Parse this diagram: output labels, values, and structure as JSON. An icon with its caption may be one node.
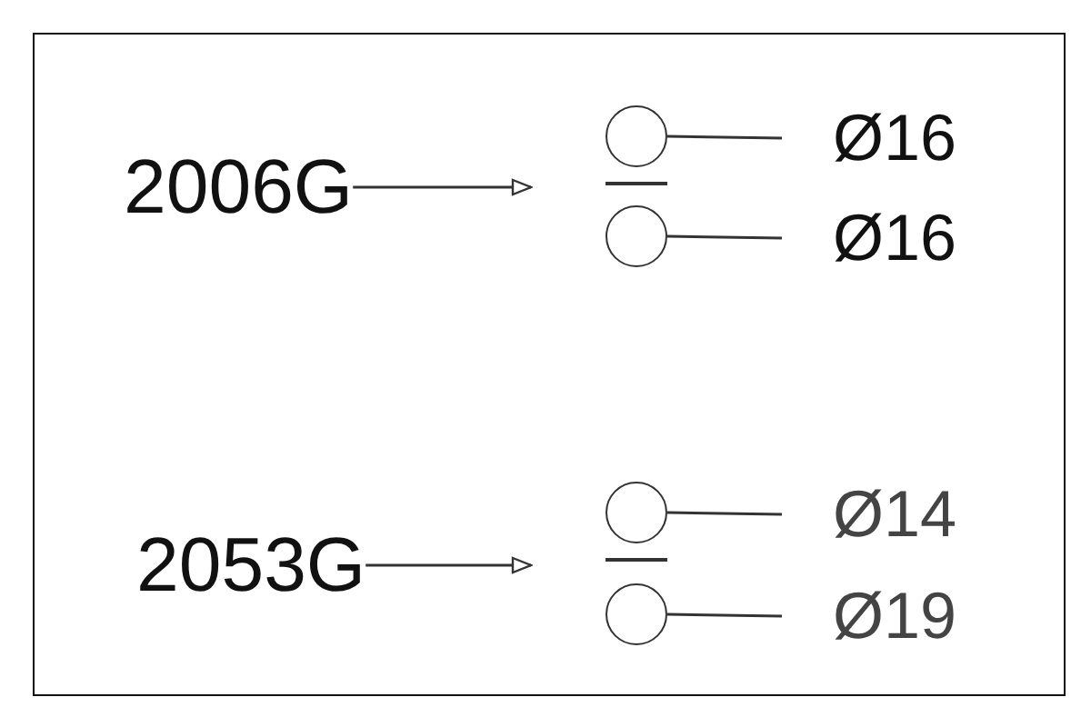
{
  "diagram": {
    "nodes": [
      {
        "text": [
          "2006G"
        ]
      },
      {
        "text": [],
        "shape": "circle"
      },
      {
        "text": [
          "Ø16"
        ]
      },
      {
        "text": [],
        "shape": "circle"
      },
      {
        "text": [
          "Ø16"
        ]
      },
      {
        "text": [
          "2053G"
        ]
      },
      {
        "text": [],
        "shape": "circle"
      },
      {
        "text": [
          "Ø14"
        ]
      },
      {
        "text": [],
        "shape": "circle"
      },
      {
        "text": [
          "Ø19"
        ]
      }
    ],
    "edges": [
      {
        "from": 0,
        "to": null,
        "arrow": "to"
      },
      {
        "from": 1,
        "to": 2,
        "arrow": "none"
      },
      {
        "from": 3,
        "to": 4,
        "arrow": "none"
      },
      {
        "from": 5,
        "to": null,
        "arrow": "to"
      },
      {
        "from": 6,
        "to": 7,
        "arrow": "none"
      },
      {
        "from": 8,
        "to": 9,
        "arrow": "none"
      }
    ]
  }
}
